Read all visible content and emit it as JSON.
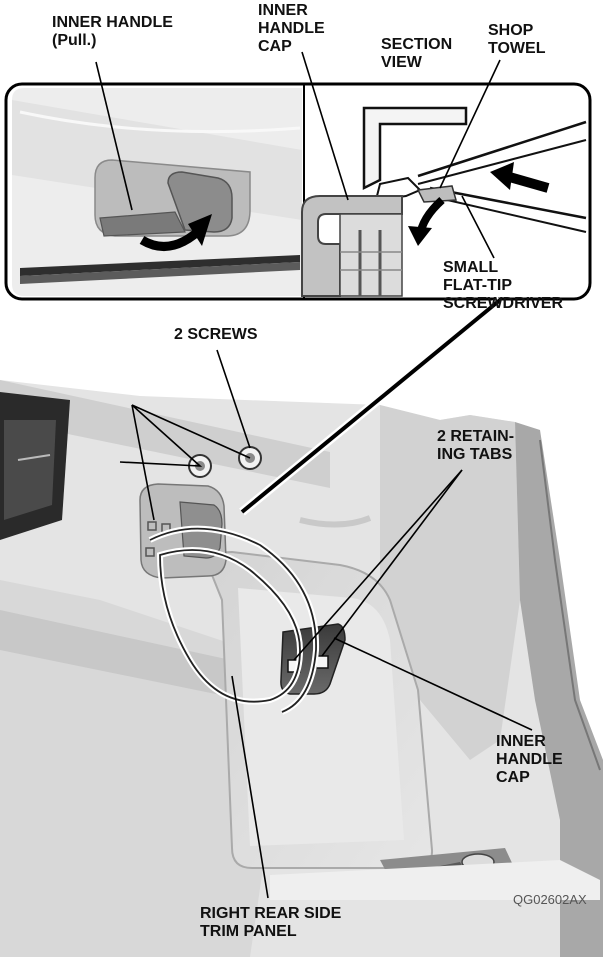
{
  "callouts": {
    "inner_handle_pull": "INNER HANDLE\n(Pull.)",
    "inner_handle_cap_top": "INNER\nHANDLE\nCAP",
    "section_view": "SECTION\nVIEW",
    "shop_towel": "SHOP\nTOWEL",
    "small_flat_tip_screwdriver": "SMALL\nFLAT-TIP\nSCREWDRIVER",
    "two_screws": "2 SCREWS",
    "two_retaining_tabs": "2 RETAIN-\nING TABS",
    "inner_handle_cap_bottom": "INNER\nHANDLE\nCAP",
    "right_rear_side_trim_panel": "RIGHT REAR SIDE\nTRIM PANEL"
  },
  "figure_code": "QG02602AX"
}
